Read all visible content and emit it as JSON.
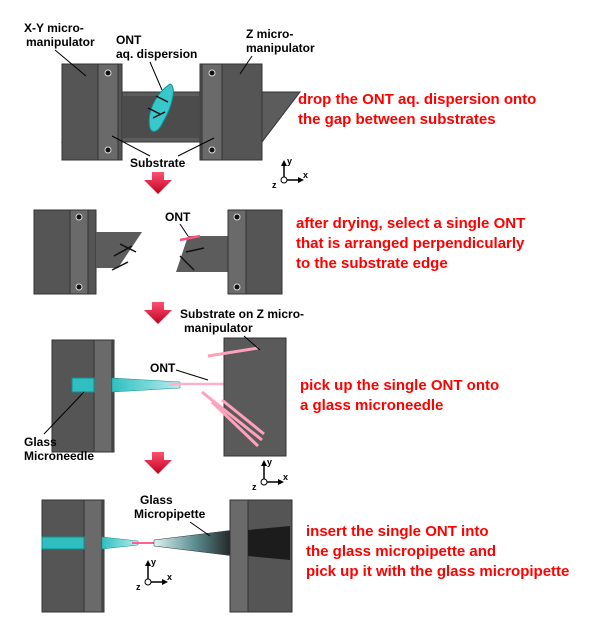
{
  "colors": {
    "accent_text": "#ff0000",
    "ont": "#ff8fb0",
    "needle": "#36c7c7",
    "steel": "#5a5a5a",
    "arrow": "#e0002a"
  },
  "panel1": {
    "label_xy": [
      "X-Y micro-",
      "manipulator"
    ],
    "label_ont": [
      "ONT",
      "aq. dispersion"
    ],
    "label_z": [
      "Z micro-",
      "manipulator"
    ],
    "label_substrate": "Substrate",
    "desc": [
      "drop the ONT aq. dispersion onto",
      "the gap between substrates"
    ]
  },
  "panel2": {
    "label_ont": "ONT",
    "desc": [
      "after drying, select a single ONT",
      "that is arranged perpendicularly",
      "to the substrate edge"
    ]
  },
  "panel3": {
    "label_substrate": [
      "Substrate on Z micro-",
      "manipulator"
    ],
    "label_ont": "ONT",
    "label_needle": [
      "Glass",
      "Microneedle"
    ],
    "desc": [
      "pick up the single ONT onto",
      "a glass microneedle"
    ]
  },
  "panel4": {
    "label_pipette": [
      "Glass",
      "Micropipette"
    ],
    "desc": [
      "insert the single ONT into",
      "the glass micropipette and",
      "pick up it with the glass micropipette"
    ]
  },
  "axes": {
    "x": "x",
    "y": "y",
    "z": "z"
  }
}
